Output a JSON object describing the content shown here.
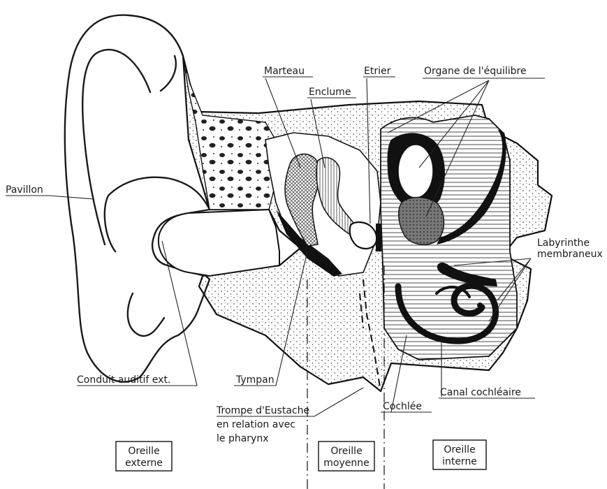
{
  "labels": {
    "marteau": "Marteau",
    "enclume": "Enclume",
    "etrier": "Etrier",
    "organe": "Organe de l'équilibre",
    "pavillon": "Pavillon",
    "labyrinthe_1": "Labyrinthe",
    "labyrinthe_2": "membraneux",
    "conduit": "Conduit auditif ext.",
    "tympan": "Tympan",
    "canal": "Canal cochléaire",
    "cochlee": "Cochlée",
    "trompe_1": "Trompe d'Eustache",
    "trompe_2": "en relation avec",
    "trompe_3": "le pharynx"
  },
  "regions": {
    "externe_1": "Oreille",
    "externe_2": "externe",
    "moyenne_1": "Oreille",
    "moyenne_2": "moyenne",
    "interne_1": "Oreille",
    "interne_2": "interne"
  }
}
